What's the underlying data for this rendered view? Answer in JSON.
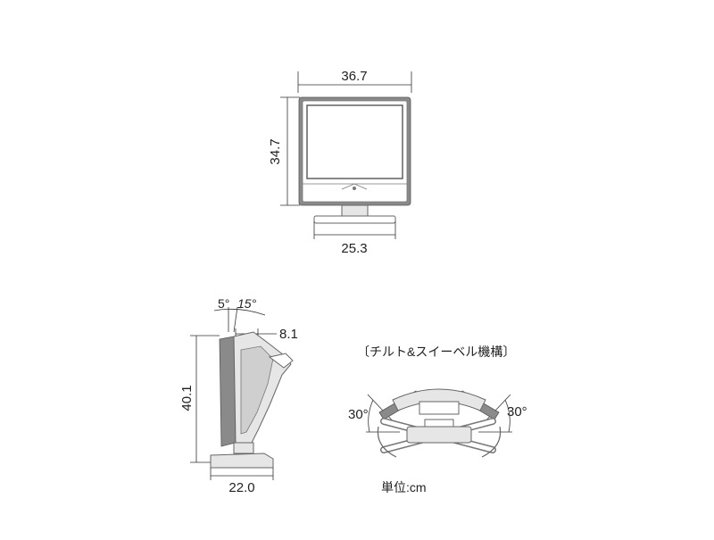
{
  "front_view": {
    "width_label": "36.7",
    "height_label": "34.7",
    "stand_width_label": "25.3"
  },
  "side_view": {
    "tilt_forward_label": "5°",
    "tilt_back_label": "15°",
    "depth_top_label": "8.1",
    "height_label": "40.1",
    "base_depth_label": "22.0"
  },
  "swivel_view": {
    "caption": "〔チルト&スイーベル機構〕",
    "left_angle_label": "30°",
    "right_angle_label": "30°"
  },
  "unit_label": "単位:cm",
  "colors": {
    "line": "#333333",
    "outline": "#666666",
    "frame_fill": "#8a8a8a"
  }
}
